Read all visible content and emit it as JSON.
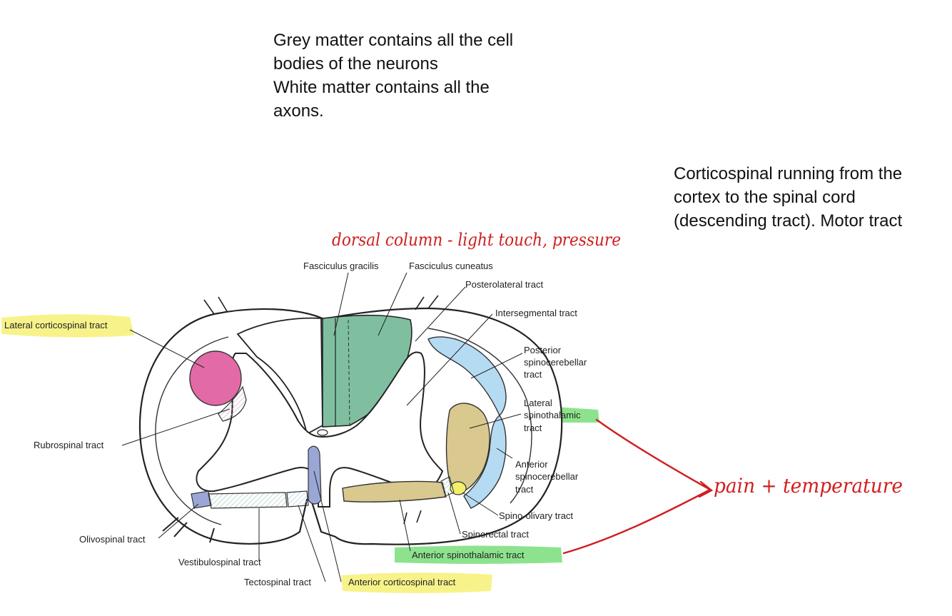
{
  "notes": {
    "grey_white": [
      "Grey matter contains all the cell",
      "bodies of the neurons",
      "White matter contains all the",
      "axons."
    ],
    "corticospinal": [
      "Corticospinal running from the",
      "cortex to the spinal cord",
      "(descending tract). Motor tract"
    ]
  },
  "handwritten": {
    "dorsal_column": "dorsal column - light touch, pressure",
    "pain_temperature": "pain + temperature"
  },
  "labels": {
    "fasciculus_gracilis": "Fasciculus gracilis",
    "fasciculus_cuneatus": "Fasciculus cuneatus",
    "posterolateral_tract": "Posterolateral tract",
    "intersegmental_tract": "Intersegmental tract",
    "posterior_spinocerebellar": [
      "Posterior",
      "spinocerebellar",
      "tract"
    ],
    "lateral_spinothalamic": [
      "Lateral",
      "spinothalamic",
      "tract"
    ],
    "anterior_spinocerebellar": [
      "Anterior",
      "spinocerebellar",
      "tract"
    ],
    "spino_olivary_tract": "Spino-olivary tract",
    "spinorectal_tract": "Spinorectal tract",
    "anterior_spinothalamic_tract": "Anterior spinothalamic tract",
    "anterior_corticospinal_tract": "Anterior corticospinal tract",
    "tectospinal_tract": "Tectospinal tract",
    "vestibulospinal_tract": "Vestibulospinal tract",
    "olivospinal_tract": "Olivospinal tract",
    "rubrospinal_tract": "Rubrospinal tract",
    "lateral_corticospinal_tract": "Lateral corticospinal tract"
  },
  "colors": {
    "dorsal_column": "#7fbf9f",
    "lateral_corticospinal": "#e26aa6",
    "spinocerebellar": "#b5dbf3",
    "spinothalamic": "#d9c98f",
    "anterior_corticospinal": "#9aa7d6",
    "highlight_yellow": "#f7f38a",
    "highlight_green": "#8de38d",
    "annotation_red": "#d11e1e"
  }
}
